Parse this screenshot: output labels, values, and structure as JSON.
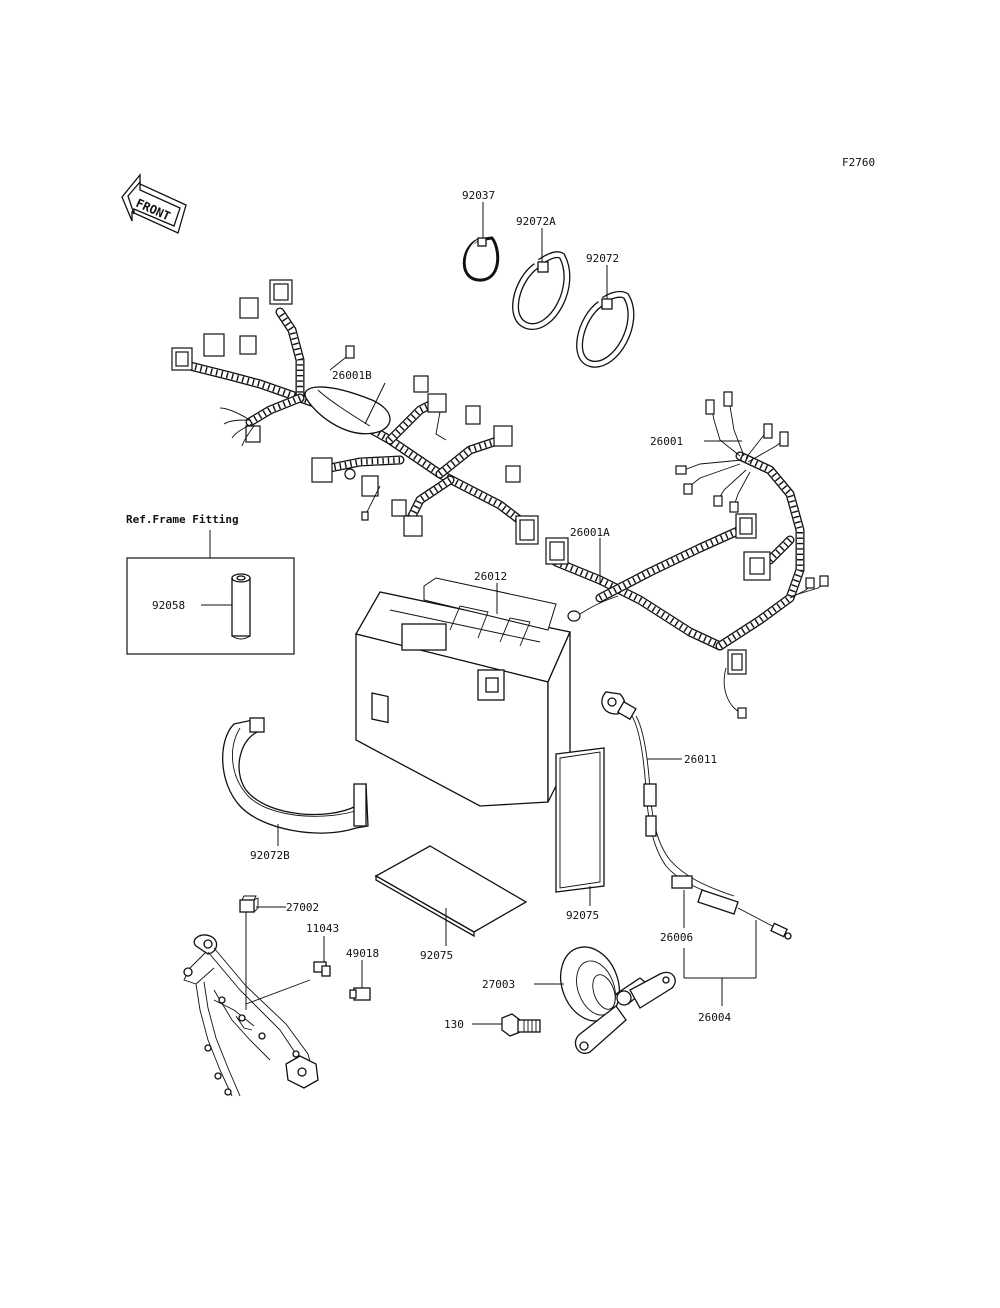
{
  "figure": {
    "code": "F2760",
    "front_label": "FRONT"
  },
  "frame_box": {
    "title": "Ref.Frame Fitting"
  },
  "parts": {
    "p92037": "92037",
    "p92072A": "92072A",
    "p92072": "92072",
    "p26001B": "26001B",
    "p26001": "26001",
    "p26001A": "26001A",
    "p26012": "26012",
    "p92058": "92058",
    "p92072B": "92072B",
    "p26011": "26011",
    "p92075_pad": "92075",
    "p92075_sheet": "92075",
    "p27002": "27002",
    "p11043": "11043",
    "p49018": "49018",
    "p27003": "27003",
    "p130": "130",
    "p26006": "26006",
    "p26004": "26004"
  }
}
